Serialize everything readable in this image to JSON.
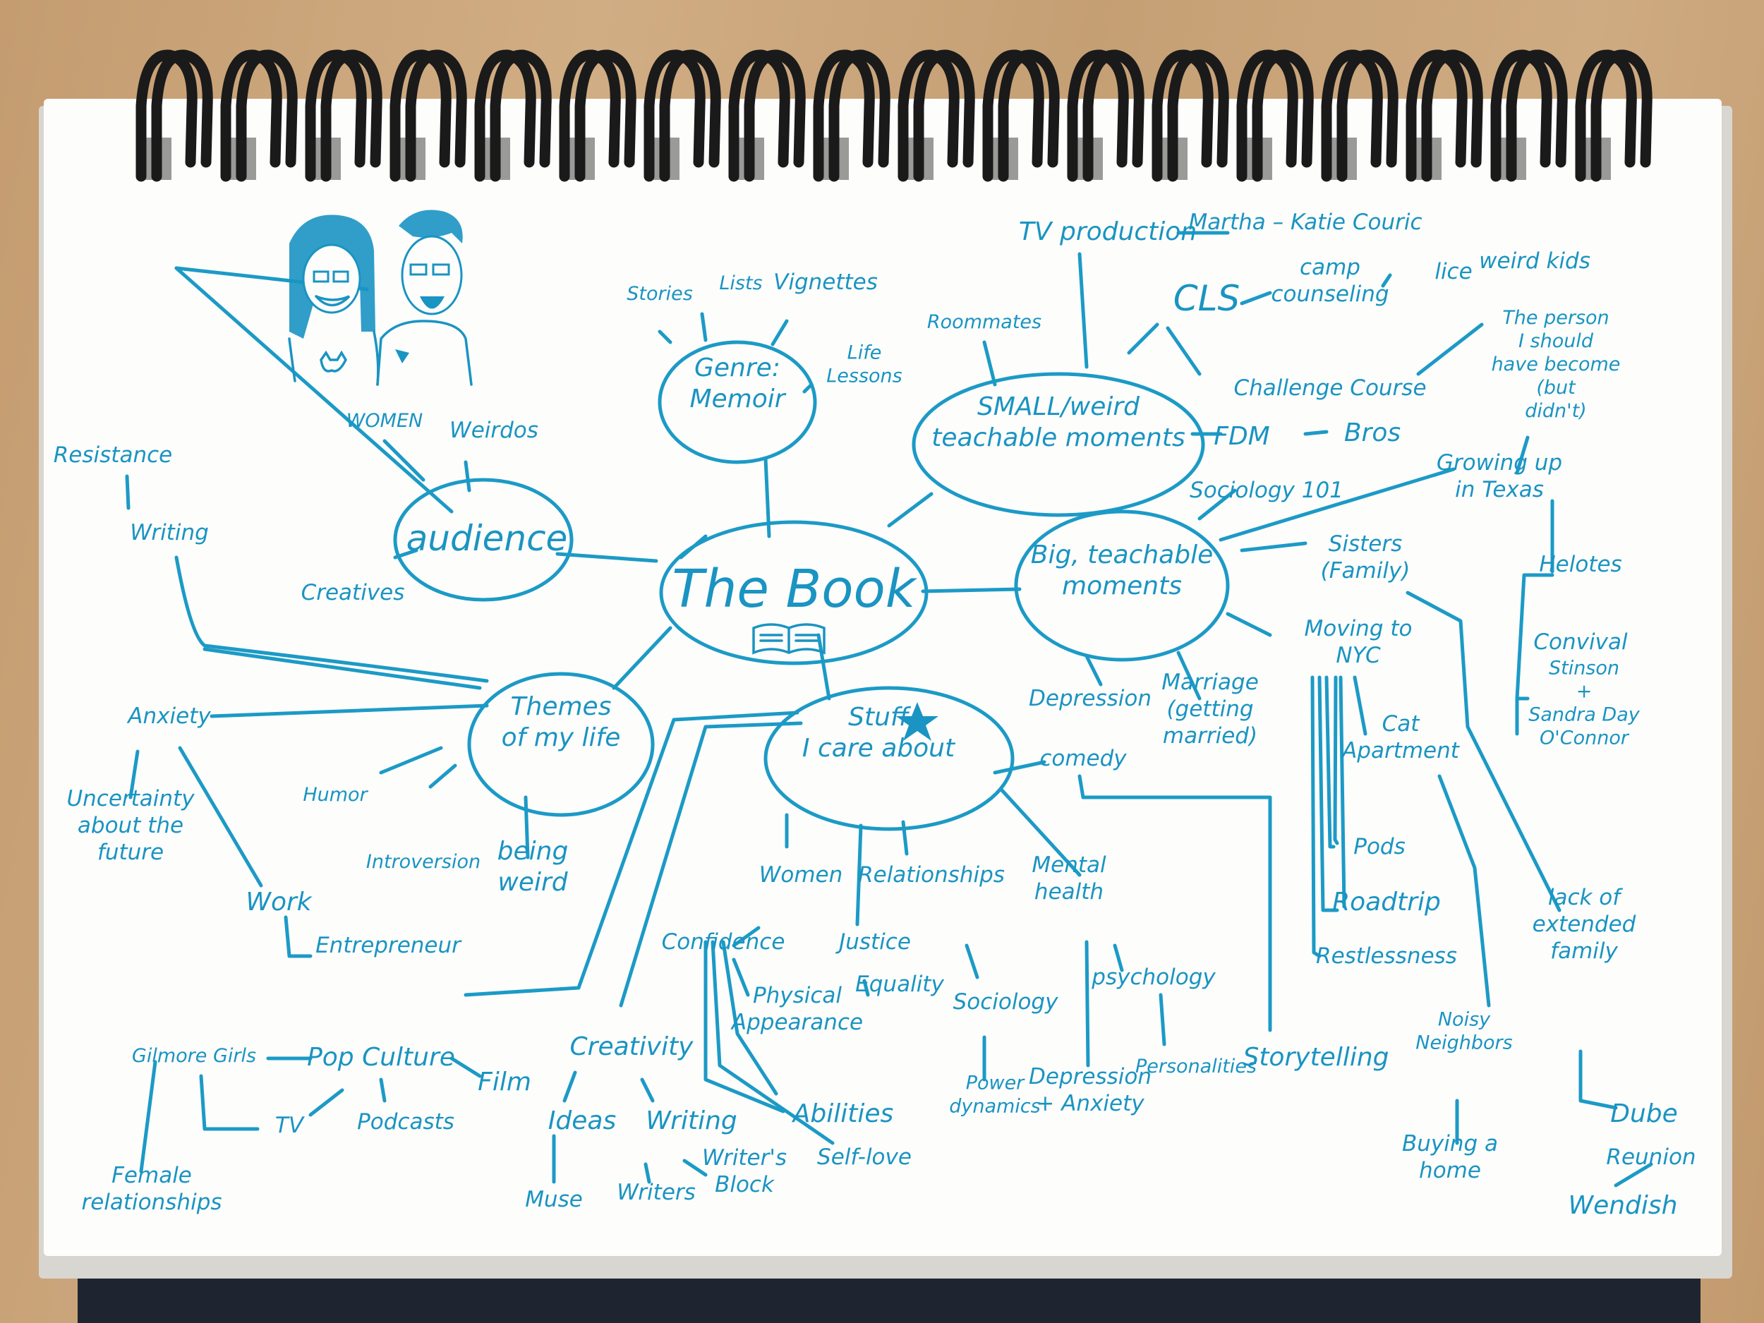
{
  "nodes": {
    "hub": "The Book",
    "genre": [
      "Genre:",
      "Memoir"
    ],
    "stories": "Stories",
    "lists": "Lists",
    "vignettes": "Vignettes",
    "life_lessons": [
      "Life",
      "Lessons"
    ],
    "small": [
      "SMALL/weird",
      "teachable moments"
    ],
    "roommates": "Roommates",
    "tv_production": "TV production",
    "martha": "Martha – Katie Couric",
    "cls": "CLS",
    "camp": [
      "camp",
      "counseling"
    ],
    "lice": "lice",
    "weird_kids": "weird kids",
    "challenge": "Challenge Course",
    "fdm": "FDM",
    "bros": "Bros",
    "audience": "audience",
    "women_aud": "WOMEN",
    "weirdos": "Weirdos",
    "creatives": "Creatives",
    "resistance": "Resistance",
    "writing_left": "Writing",
    "big": [
      "Big, teachable",
      "moments"
    ],
    "sociology101": "Sociology 101",
    "texas": [
      "Growing up",
      "in Texas"
    ],
    "person": [
      "The person",
      "I should",
      "have become",
      "(but",
      "didn't)"
    ],
    "helotes": "Helotes",
    "convival": "Convival",
    "stinson": [
      "Stinson",
      "+",
      "Sandra Day",
      "O'Connor"
    ],
    "sisters": [
      "Sisters",
      "(Family)"
    ],
    "moving": [
      "Moving to",
      "NYC"
    ],
    "cat": [
      "Cat",
      "Apartment"
    ],
    "pods": "Pods",
    "roadtrip": "Roadtrip",
    "restlessness": "Restlessness",
    "depression": "Depression",
    "marriage": [
      "Marriage",
      "(getting",
      "married)"
    ],
    "comedy": "comedy",
    "storytelling": "Storytelling",
    "lack": [
      "lack of",
      "extended",
      "family"
    ],
    "dube": "Dube",
    "reunion": "Reunion",
    "wendish": "Wendish",
    "noisy": [
      "Noisy",
      "Neighbors"
    ],
    "buying": [
      "Buying a",
      "home"
    ],
    "themes": [
      "Themes",
      "of my life"
    ],
    "anxiety": "Anxiety",
    "uncertainty": [
      "Uncertainty",
      "about the",
      "future"
    ],
    "work": "Work",
    "entrepreneur": "Entrepreneur",
    "humor": "Humor",
    "introversion": "Introversion",
    "being_weird": [
      "being",
      "weird"
    ],
    "stuff": [
      "Stuff",
      "I care about"
    ],
    "women": "Women",
    "relationships": "Relationships",
    "mental": [
      "Mental",
      "health"
    ],
    "confidence": "Confidence",
    "physical": [
      "Physical",
      "Appearance"
    ],
    "abilities": "Abilities",
    "selflove": "Self-love",
    "justice": "Justice",
    "equality": "Equality",
    "sociology": "Sociology",
    "power": [
      "Power",
      "dynamics"
    ],
    "psychology": "psychology",
    "personalities": "Personalities",
    "dep_anx": [
      "Depression",
      "+ Anxiety"
    ],
    "creativity": "Creativity",
    "ideas": "Ideas",
    "writing": "Writing",
    "muse": "Muse",
    "writers": "Writers",
    "writers_block": [
      "Writer's",
      "Block"
    ],
    "pop": "Pop Culture",
    "gilmore": "Gilmore Girls",
    "tv": "TV",
    "podcasts": "Podcasts",
    "film": "Film",
    "female_rel": [
      "Female",
      "relationships"
    ]
  },
  "colors": {
    "ink": "#1a94c2",
    "paper": "#fdfdfc",
    "desk": "#c9a47b",
    "rings": "#1a1a1a"
  },
  "icons": [
    "book-icon",
    "star-icon"
  ]
}
